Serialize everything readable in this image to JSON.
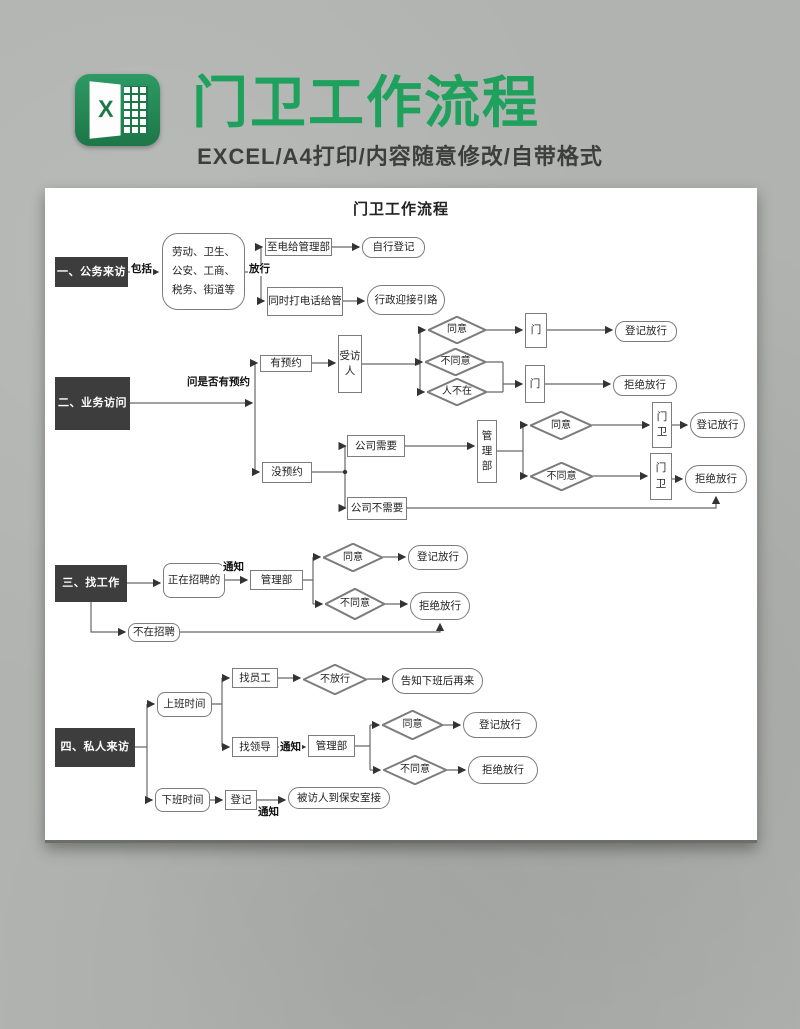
{
  "header": {
    "icon_letter": "X",
    "title": "门卫工作流程",
    "subtitle": "EXCEL/A4打印/内容随意修改/自带格式",
    "colors": {
      "title_green": "#1da15c",
      "icon_green": "#217346",
      "page_bg": "#b1b3b0",
      "node_dark": "#3d3d3d",
      "line": "#5f5f5f"
    }
  },
  "flowchart": {
    "title": "门卫工作流程",
    "labels": {
      "include": "包括",
      "pass": "放行",
      "ask": "问是否有预约",
      "notify": "通知"
    },
    "nodes": {
      "s1_dark": "一、公务来访",
      "s1_depts": "劳动、卫生、公安、工商、税务、街道等",
      "s1_call1": "至电给管理部",
      "s1_self": "自行登记",
      "s1_call2": "同时打电话给管",
      "s1_admin": "行政迎接引路",
      "s2_dark": "二、业务访问",
      "s2_yes": "有预约",
      "s2_person": "受访人",
      "s2_agree1": "同意",
      "s2_gate1": "门",
      "s2_pass1": "登记放行",
      "s2_disagree1": "不同意",
      "s2_absent": "人不在",
      "s2_gate2": "门",
      "s2_deny1": "拒绝放行",
      "s2_no": "没预约",
      "s2_need": "公司需要",
      "s2_mgmt": "管理部",
      "s2_noneed": "公司不需要",
      "s2_agree2": "同意",
      "s2_gatev1": "门卫",
      "s2_pass2": "登记放行",
      "s2_disagree2": "不同意",
      "s2_gatev2": "门卫",
      "s2_deny2": "拒绝放行",
      "s3_dark": "三、找工作",
      "s3_hiring": "正在招聘的",
      "s3_mgmt": "管理部",
      "s3_agree": "同意",
      "s3_pass": "登记放行",
      "s3_disagree": "不同意",
      "s3_deny": "拒绝放行",
      "s3_nohire": "不在招聘",
      "s4_dark": "四、私人来访",
      "s4_work": "上班时间",
      "s4_emp": "找员工",
      "s4_nopass": "不放行",
      "s4_comeback": "告知下班后再来",
      "s4_leader": "找领导",
      "s4_mgmt": "管理部",
      "s4_agree": "同意",
      "s4_pass": "登记放行",
      "s4_disagree": "不同意",
      "s4_deny": "拒绝放行",
      "s4_off": "下班时间",
      "s4_reg": "登记",
      "s4_security": "被访人到保安室接"
    }
  }
}
